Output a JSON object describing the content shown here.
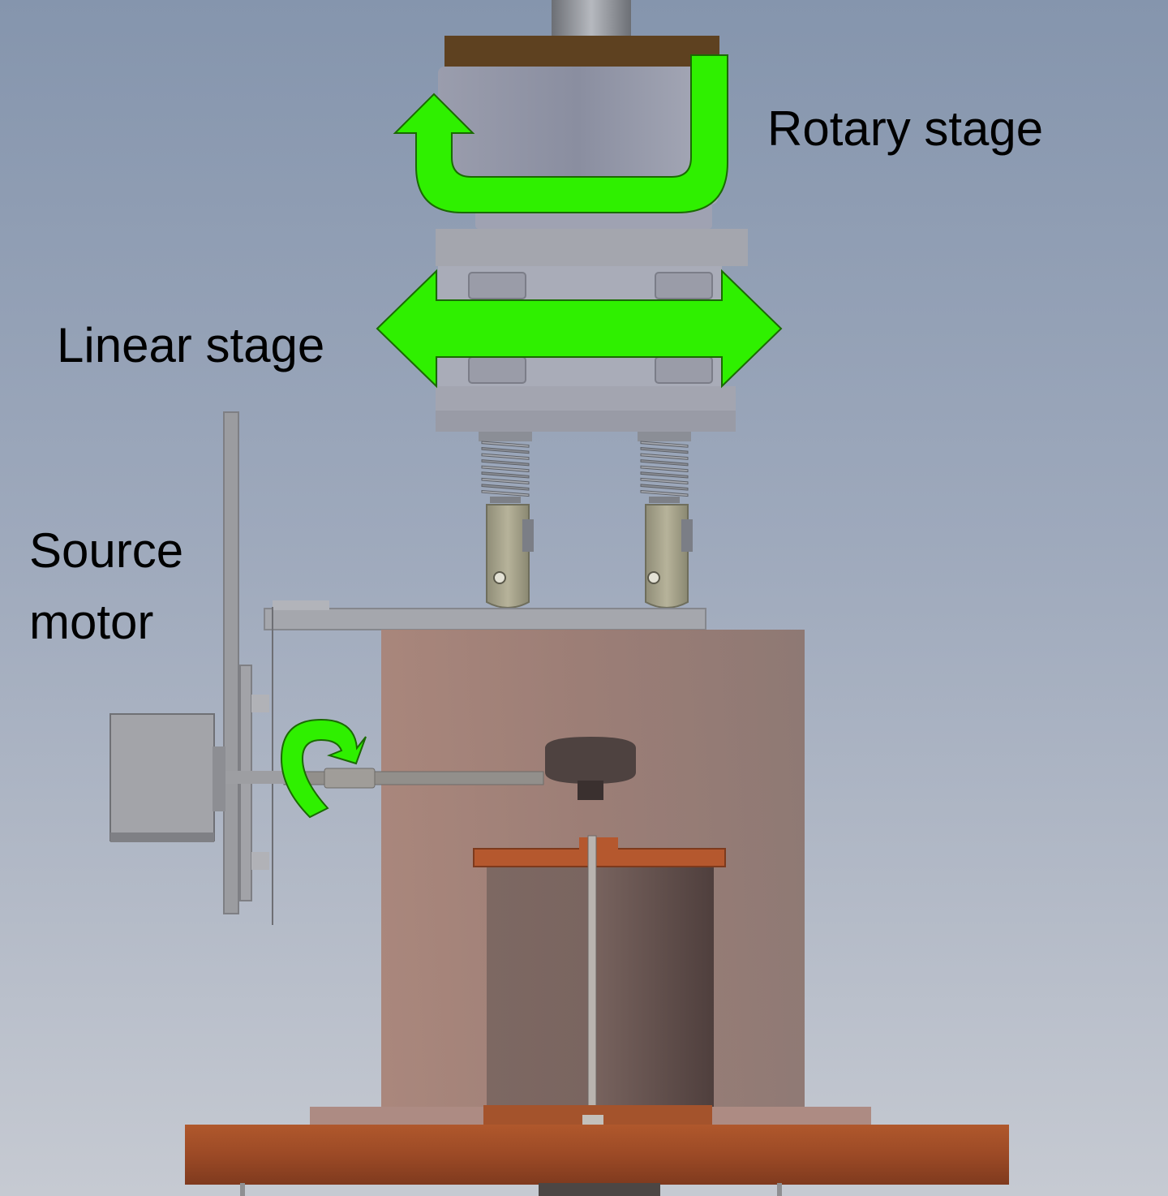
{
  "labels": {
    "rotary_stage": "Rotary stage",
    "linear_stage": "Linear stage",
    "source_motor_line1": "Source",
    "source_motor_line2": "motor"
  },
  "colors": {
    "arrow_fill": "#2ff000",
    "arrow_stroke": "#1a6a00",
    "copper": "#a4522c",
    "copper_can": "#b47a6a",
    "steel": "#a9adb8",
    "brown_plate": "#5e4120",
    "background_top": "#8595ad",
    "background_bottom": "#c6cad2"
  },
  "icons": {
    "rotary_arrow": "curved-u-arrow-icon",
    "linear_arrow": "double-headed-arrow-icon",
    "source_arrow": "curved-rotation-arrow-icon"
  }
}
